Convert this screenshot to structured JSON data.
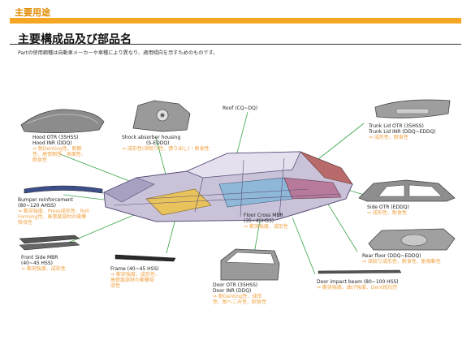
{
  "header": {
    "section_tag": "主要用途",
    "title": "主要構成品及び部品名",
    "intro": "Partの使用鋼種は自動車メーカーや車種により異なり、適用傾向を示すためのものです。"
  },
  "roof": {
    "name": "Roof (CQ~DQ)"
  },
  "hood": {
    "name1": "Hood OTR (35HSS)",
    "name2": "Hood INR (DDQ)",
    "note1": "⇒ 耐Denting性、耐蝕",
    "note2": "性、高張剛性、表面性、",
    "note3": "耐食性"
  },
  "shock": {
    "name1": "Shock absorber housing",
    "name2": "(S-EDDQ)",
    "note1": "⇒ 成形性(深絞り性、張り出し)・耐食性"
  },
  "trunk": {
    "name1": "Trunk Lid OTR (35HSS)",
    "name2": "Trunk Lid INR (DDQ~EDDQ)",
    "note1": "⇒ 成形性、耐食性"
  },
  "bumper": {
    "name1": "Bumper reinforcement",
    "name2": "(80~120 AHSS)",
    "note1": "⇒ 衝突強度、Press成形性、Roll",
    "note2": "Forming性、高張度部材の衝撃",
    "note3": "吸収性"
  },
  "side": {
    "name1": "Side OTR (EDDQ)",
    "note1": "⇒ 成形性、耐食性"
  },
  "floorcross": {
    "name1": "Floor Cross MBR",
    "name2": "(35~45HSS)",
    "note1": "⇒ 衝突強度、成形性"
  },
  "frontside": {
    "name1": "Front Side MBR",
    "name2": "(40~45 HSS)",
    "note1": "⇒ 衝突強度、成形性"
  },
  "frame": {
    "name1": "Frame (40~45 HSS)",
    "note1": "⇒ 衝突強度、成形性、",
    "note2": "高張度部材の衝撃吸",
    "note3": "収性"
  },
  "rearfloor": {
    "name1": "Rear floor (DDQ~EDDQ)",
    "note1": "⇒ 深絞り成形性、耐食性、耐振動性"
  },
  "door": {
    "name1": "Door OTR (35HSS)",
    "name2": "Door INR (DDQ)",
    "note1": "⇒ 耐Denting性、成形",
    "note2": "性、耐へこみ性、耐食性"
  },
  "beam": {
    "name1": "Door impact beam (80~100 HSS)",
    "note1": "⇒ 衝突強度、曲げ強度、Dent抵抗性"
  },
  "colors": {
    "accent": "#f5a623",
    "leader": "#3aa64a",
    "note": "#f0a040"
  }
}
